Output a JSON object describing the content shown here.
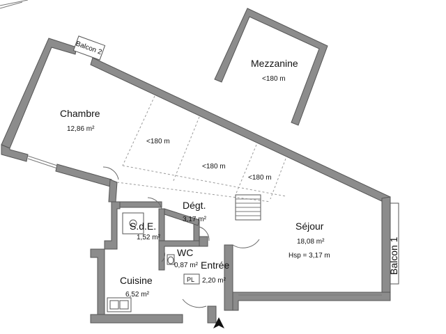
{
  "rooms": {
    "chambre": {
      "name": "Chambre",
      "area": "12,86 m²"
    },
    "mezzanine": {
      "name": "Mezzanine",
      "note": "<180 m"
    },
    "degt": {
      "name": "Dégt.",
      "area": "3,17 m²"
    },
    "sde": {
      "name": "S.d.E.",
      "area": "1,52 m²"
    },
    "wc": {
      "name": "WC",
      "area": "0,87 m²"
    },
    "entree": {
      "name": "Entrée",
      "area": "2,20 m²"
    },
    "cuisine": {
      "name": "Cuisine",
      "area": "6,52 m²"
    },
    "sejour": {
      "name": "Séjour",
      "area": "18,08 m²",
      "height": "Hsp = 3,17 m"
    }
  },
  "balconies": {
    "balcon1": "Balcon 1",
    "balcon2": "Balcon 2"
  },
  "low_ceiling_notes": {
    "zone1": "<180 m",
    "zone2": "<180 m",
    "zone3": "<180 m"
  },
  "labels": {
    "placard": "PL"
  },
  "colors": {
    "wall": "#8c8c8c",
    "background": "#ffffff"
  },
  "icons": {
    "entrance_marker": "north-arrow-icon"
  }
}
